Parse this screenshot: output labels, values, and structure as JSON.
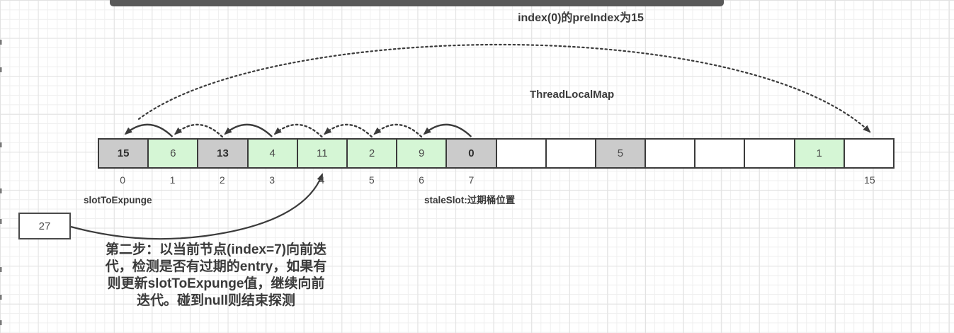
{
  "diagram": {
    "title": "index(0)的preIndex为15",
    "map_label": "ThreadLocalMap",
    "slot_to_expunge_label": "slotToExpunge",
    "stale_slot_label": "staleSlot:过期桶位置",
    "pointer_box_value": "27",
    "note_lines": [
      "第二步：以当前节点(index=7)向前迭",
      "代，检测是否有过期的entry，如果有",
      "则更新slotToExpunge值，继续向前",
      "迭代。碰到null则结束探测"
    ],
    "array": {
      "cells": [
        {
          "index": 0,
          "value": "15",
          "state": "stale",
          "bold": true
        },
        {
          "index": 1,
          "value": "6",
          "state": "valid",
          "bold": false
        },
        {
          "index": 2,
          "value": "13",
          "state": "stale",
          "bold": true
        },
        {
          "index": 3,
          "value": "4",
          "state": "valid",
          "bold": false
        },
        {
          "index": 4,
          "value": "11",
          "state": "valid",
          "bold": false
        },
        {
          "index": 5,
          "value": "2",
          "state": "valid",
          "bold": false
        },
        {
          "index": 6,
          "value": "9",
          "state": "valid",
          "bold": false
        },
        {
          "index": 7,
          "value": "0",
          "state": "stale",
          "bold": true
        },
        {
          "index": 8,
          "value": "",
          "state": "empty",
          "bold": false
        },
        {
          "index": 9,
          "value": "",
          "state": "empty",
          "bold": false
        },
        {
          "index": 10,
          "value": "5",
          "state": "stale",
          "bold": false
        },
        {
          "index": 11,
          "value": "",
          "state": "empty",
          "bold": false
        },
        {
          "index": 12,
          "value": "",
          "state": "empty",
          "bold": false
        },
        {
          "index": 13,
          "value": "",
          "state": "empty",
          "bold": false
        },
        {
          "index": 14,
          "value": "1",
          "state": "valid",
          "bold": false
        },
        {
          "index": 15,
          "value": "",
          "state": "empty",
          "bold": false
        }
      ],
      "index_labels": [
        {
          "index": 0,
          "label": "0"
        },
        {
          "index": 1,
          "label": "1"
        },
        {
          "index": 2,
          "label": "2"
        },
        {
          "index": 3,
          "label": "3"
        },
        {
          "index": 4,
          "label": "4"
        },
        {
          "index": 5,
          "label": "5"
        },
        {
          "index": 6,
          "label": "6"
        },
        {
          "index": 7,
          "label": "7"
        },
        {
          "index": 15,
          "label": "15"
        }
      ]
    },
    "iteration_arcs": [
      {
        "from": 1,
        "to": 0,
        "style": "solid"
      },
      {
        "from": 2,
        "to": 1,
        "style": "dotted"
      },
      {
        "from": 3,
        "to": 2,
        "style": "solid"
      },
      {
        "from": 4,
        "to": 3,
        "style": "dotted"
      },
      {
        "from": 5,
        "to": 4,
        "style": "dotted"
      },
      {
        "from": 6,
        "to": 5,
        "style": "dotted"
      },
      {
        "from": 7,
        "to": 6,
        "style": "solid"
      }
    ],
    "pre_index_arc": {
      "from": 0,
      "to": 15,
      "style": "dotted"
    },
    "pointer_arrow": {
      "from": "pointer-box",
      "to_cell": 4
    },
    "colors": {
      "stale_bg": "#cbcbcb",
      "valid_bg": "#d5f6d5",
      "empty_bg": "#ffffff",
      "line": "#3b3b3b",
      "top_bar": "#595959",
      "text": "#3a3a3a"
    }
  }
}
